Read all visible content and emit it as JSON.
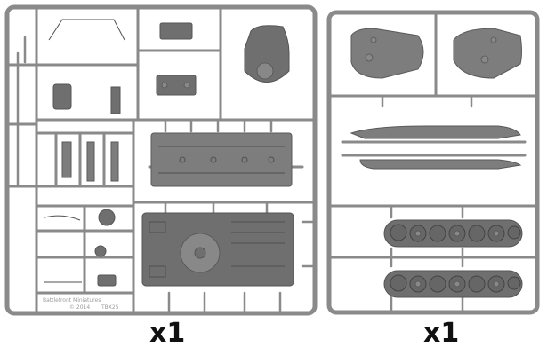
{
  "sprues": [
    {
      "id": "hull-sprue",
      "quantity_label": "x1",
      "engraving": {
        "brand": "Battlefront Miniatures",
        "year": "© 2014",
        "code": "TBX25"
      }
    },
    {
      "id": "turret-track-sprue",
      "quantity_label": "x1"
    }
  ],
  "colors": {
    "plastic": "#777777",
    "frame": "#8a8a8a",
    "background": "#ffffff",
    "text": "#111111"
  }
}
